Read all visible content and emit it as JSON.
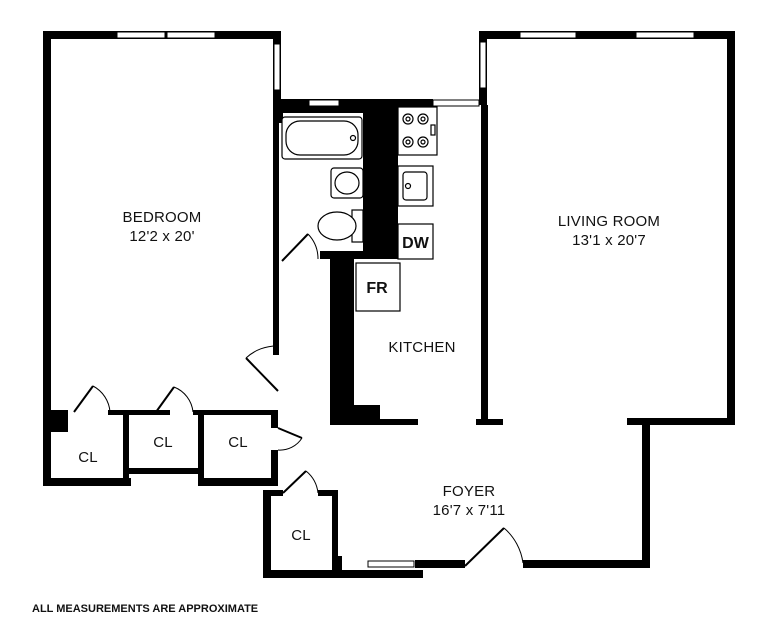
{
  "rooms": {
    "bedroom": {
      "name": "BEDROOM",
      "size": "12'2 x 20'"
    },
    "living_room": {
      "name": "LIVING ROOM",
      "size": "13'1 x 20'7"
    },
    "kitchen": {
      "name": "KITCHEN"
    },
    "foyer": {
      "name": "FOYER",
      "size": "16'7 x 7'11"
    },
    "closets": [
      "CL",
      "CL",
      "CL",
      "CL"
    ]
  },
  "appliances": {
    "dishwasher": "DW",
    "refrigerator": "FR"
  },
  "footnote": "ALL MEASUREMENTS ARE APPROXIMATE"
}
